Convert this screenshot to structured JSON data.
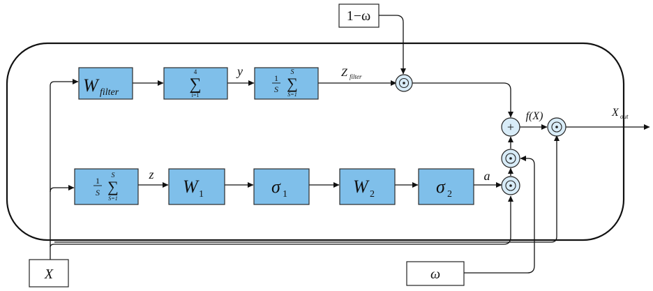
{
  "inputs": {
    "one_minus_omega": "1−ω",
    "x": "X",
    "omega": "ω"
  },
  "blocks": {
    "w_filter_main": "W",
    "w_filter_sub": "filter",
    "sum4_top": "4",
    "sum4_sigma": "∑",
    "sum4_bottom": "i=1",
    "avg_one": "1",
    "avg_S": "S",
    "avg_sigma": "∑",
    "avg_top": "S",
    "avg_bottom": "S=1",
    "w1_main": "W",
    "w1_sub": "1",
    "sigma1_main": "σ",
    "sigma1_sub": "1",
    "w2_main": "W",
    "w2_sub": "2",
    "sigma2_main": "σ",
    "sigma2_sub": "2"
  },
  "signals": {
    "y": "y",
    "z_filter_main": "Z",
    "z_filter_sub": "filter",
    "z": "z",
    "a": "a",
    "fx": "f(X)",
    "x_out_main": "X",
    "x_out_sub": "out"
  },
  "operators": {
    "hadamard": "⊙",
    "plus": "+"
  }
}
